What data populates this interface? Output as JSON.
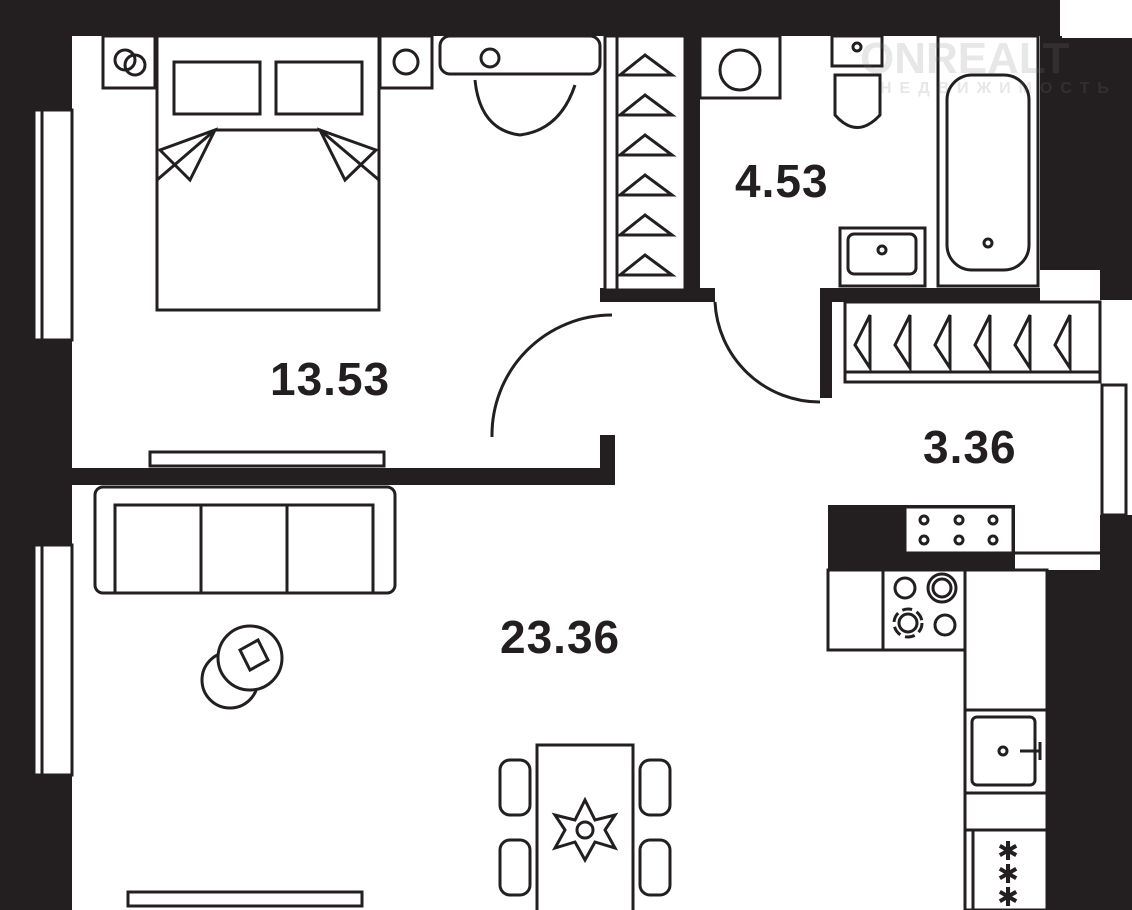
{
  "rooms": [
    {
      "name": "bedroom",
      "area": "13.53"
    },
    {
      "name": "bathroom",
      "area": "4.53"
    },
    {
      "name": "hallway",
      "area": "3.36"
    },
    {
      "name": "living-kitchen",
      "area": "23.36"
    }
  ],
  "watermark": {
    "brand": "ONREALT",
    "subtitle": "НЕДВИЖИМОСТЬ"
  },
  "colors": {
    "wall": "#231f20",
    "floor": "#ffffff"
  }
}
